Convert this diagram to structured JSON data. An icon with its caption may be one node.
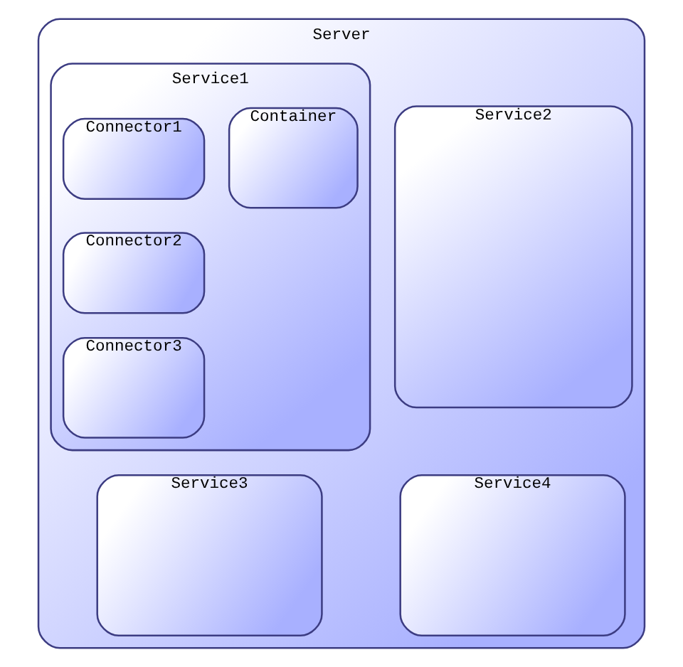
{
  "diagram": {
    "nodes": [
      {
        "text": [
          "Server"
        ]
      },
      {
        "text": [
          "Service1"
        ],
        "in": 0
      },
      {
        "text": [
          "Connector1"
        ],
        "in": 1
      },
      {
        "text": [
          "Connector2"
        ],
        "in": 1
      },
      {
        "text": [
          "Connector3"
        ],
        "in": 1
      },
      {
        "text": [
          "Container"
        ],
        "in": 1
      },
      {
        "text": [
          "Service2"
        ],
        "in": 0
      },
      {
        "text": [
          "Service3"
        ],
        "in": 0
      },
      {
        "text": [
          "Service4"
        ],
        "in": 0
      }
    ]
  }
}
